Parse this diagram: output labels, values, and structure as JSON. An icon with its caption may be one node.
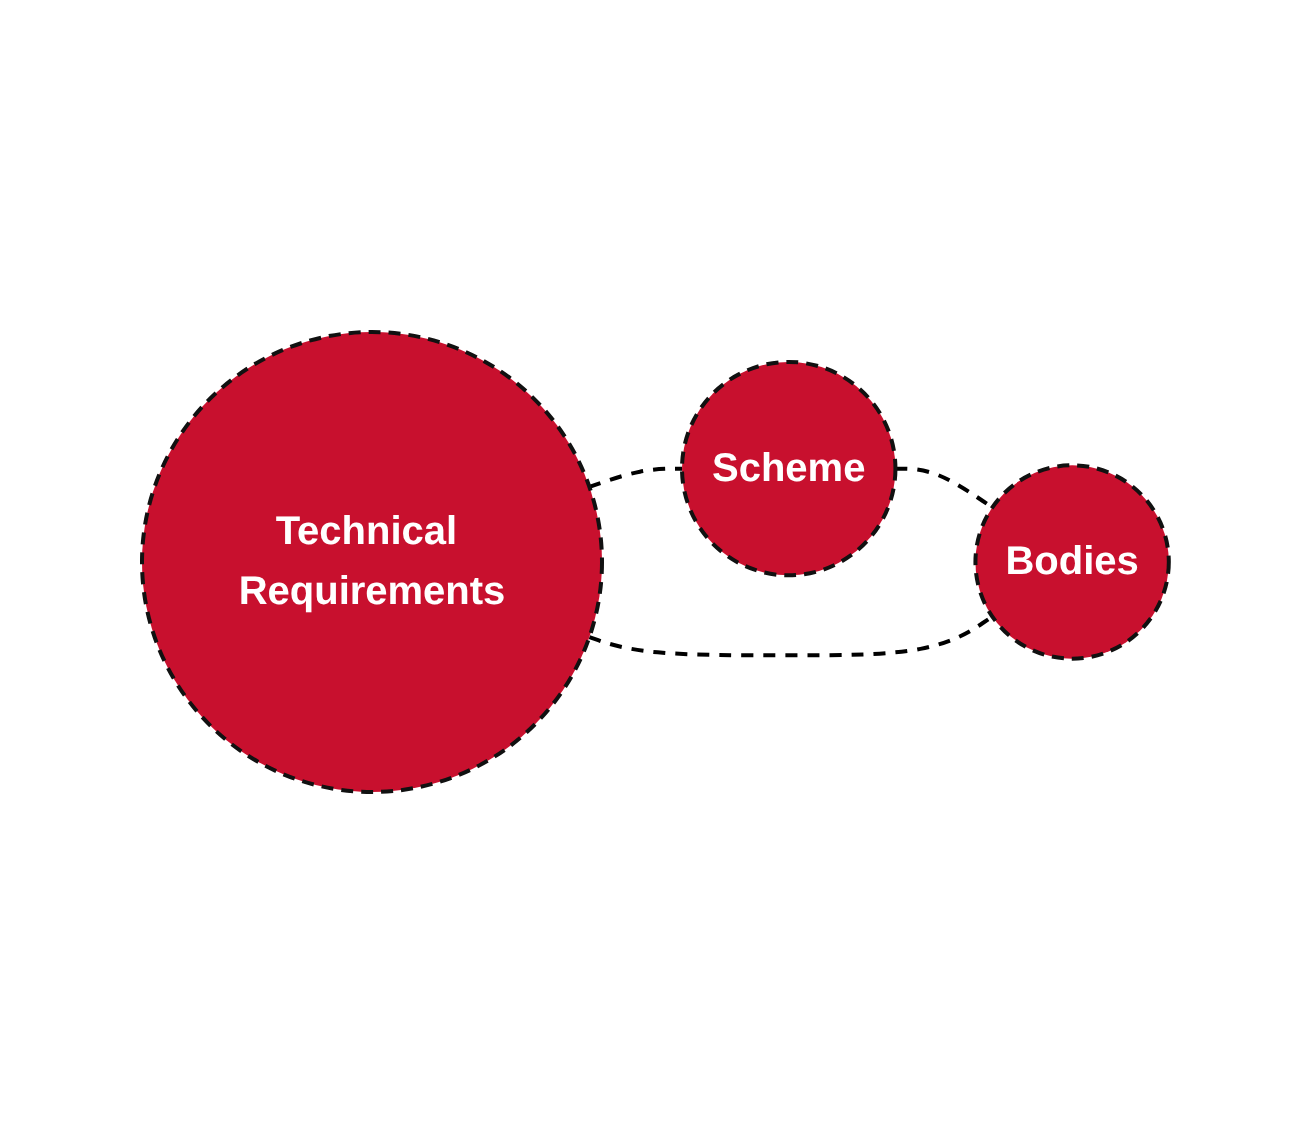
{
  "diagram": {
    "nodes": [
      {
        "text": [
          "Scheme"
        ]
      },
      {
        "text": [
          "Technical Requirements"
        ]
      },
      {
        "text": [
          "Bodies"
        ]
      }
    ],
    "edges": [
      {
        "from": 1,
        "to": 0,
        "arrow": "none",
        "style": "dashed"
      },
      {
        "from": 0,
        "to": 2,
        "arrow": "none",
        "style": "dashed"
      },
      {
        "from": 1,
        "to": 2,
        "arrow": "none",
        "style": "dashed"
      }
    ]
  }
}
